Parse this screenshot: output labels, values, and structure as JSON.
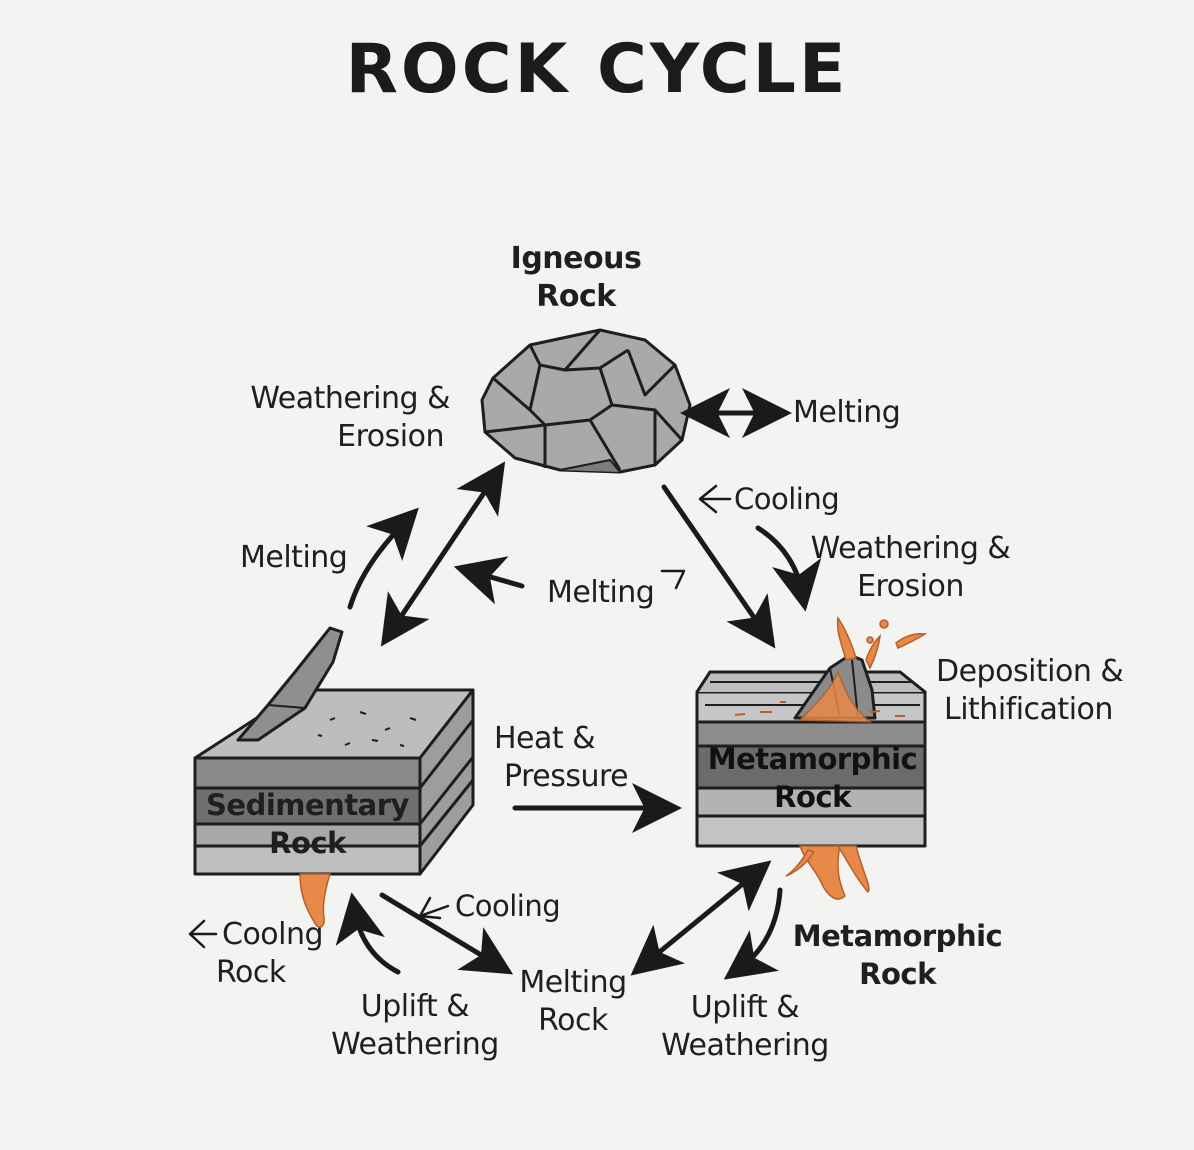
{
  "title": "ROCK CYCLE",
  "nodes": {
    "igneous": {
      "line1": "Igneous",
      "line2": "Rock"
    },
    "sedimentary": {
      "line1": "Sedimentary",
      "line2": "Rock"
    },
    "metamorphic": {
      "line1": "Metamorphic",
      "line2": "Rock"
    },
    "metamorphic_lower": {
      "line1": "Metamorphic",
      "line2": "Rock"
    }
  },
  "labels": {
    "weathering_erosion_left": {
      "line1": "Weathering &",
      "line2": "Erosion"
    },
    "melting_top_right": "Melting",
    "cooling_top_right": "Cooling",
    "weathering_erosion_right": {
      "line1": "Weathering &",
      "line2": "Erosion"
    },
    "melting_left": "Melting",
    "melting_center": "Melting",
    "deposition_lithification": {
      "line1": "Deposition &",
      "line2": "Lithification"
    },
    "heat_pressure": {
      "line1": "Heat &",
      "line2": "Pressure"
    },
    "cooling_bottom": "Cooling",
    "coolng_rock": {
      "line1": "Coolng",
      "line2": "Rock"
    },
    "uplift_weathering_left": {
      "line1": "Uplift &",
      "line2": "Weathering"
    },
    "melting_rock": {
      "line1": "Melting",
      "line2": "Rock"
    },
    "uplift_weathering_right": {
      "line1": "Uplift &",
      "line2": "Weathering"
    }
  },
  "colors": {
    "background": "#f3f3f1",
    "ink": "#1a1a1a",
    "rock_light": "#b9b9b9",
    "rock_mid": "#9a9a9a",
    "rock_dark": "#6e6e6e",
    "magma": "#e8894a"
  }
}
